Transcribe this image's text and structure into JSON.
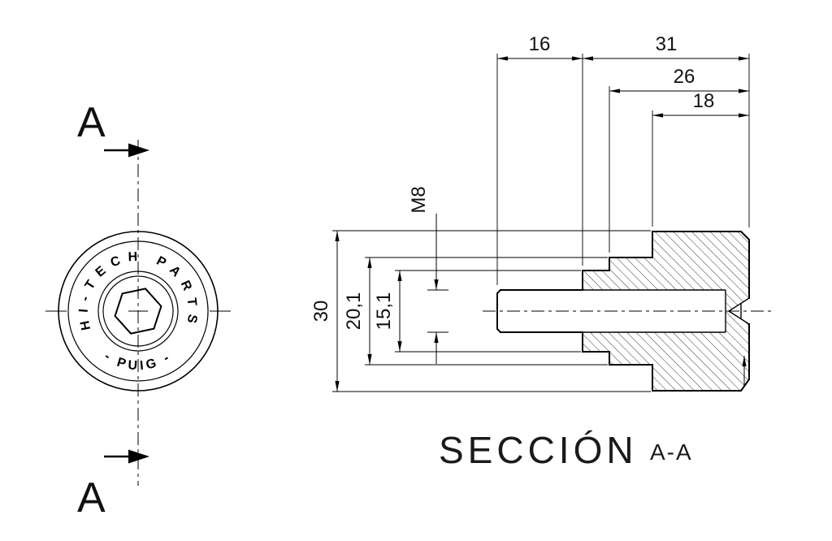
{
  "drawing": {
    "background": "#ffffff",
    "line_color": "#000000"
  },
  "front_view": {
    "section_label_top": "A",
    "section_label_bottom": "A",
    "ring_text_top": "HI-TECH PARTS",
    "ring_text_bottom": "- PUIG -"
  },
  "section_view": {
    "title": "SECCIÓN",
    "title_suffix": "A-A",
    "dimensions": {
      "shaft_length": "16",
      "body_length": "31",
      "step_length_26": "26",
      "step_length_18": "18",
      "outer_diameter": "30",
      "mid_diameter": "20,1",
      "small_diameter": "15,1",
      "thread": "M8"
    }
  }
}
